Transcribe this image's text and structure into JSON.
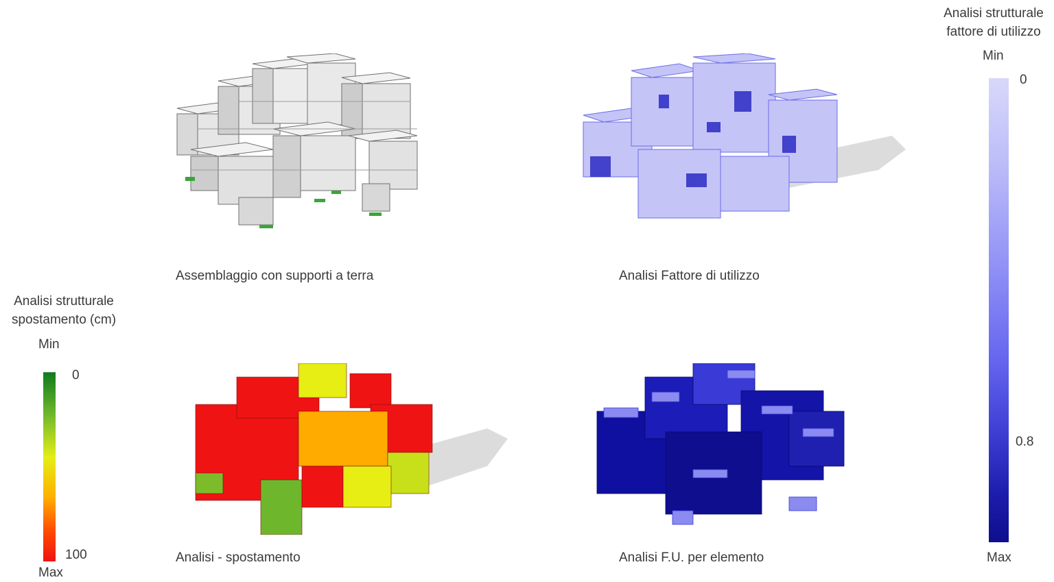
{
  "legend_displacement": {
    "title_line1": "Analisi strutturale",
    "title_line2": "spostamento (cm)",
    "min_label": "Min",
    "max_label": "Max",
    "value_top": "0",
    "value_bottom": "100",
    "colors": [
      "#0f7a1e",
      "#6eb72c",
      "#e4ee16",
      "#ffb000",
      "#f01313"
    ]
  },
  "legend_utilization": {
    "title_line1": "Analisi strutturale",
    "title_line2": "fattore di utilizzo",
    "min_label": "Min",
    "max_label": "Max",
    "value_top": "0",
    "value_mark": "0.8",
    "colors": [
      "#d8d8fb",
      "#8e8ef6",
      "#3f3fd6",
      "#0e0e8e"
    ]
  },
  "panels": [
    {
      "caption": "Assemblaggio con supporti a terra",
      "palette": "grey"
    },
    {
      "caption": "Analisi Fattore di utilizzo",
      "palette": "light-blue"
    },
    {
      "caption": "Analisi - spostamento",
      "palette": "heat"
    },
    {
      "caption": "Analisi F.U. per elemento",
      "palette": "dark-blue"
    }
  ]
}
